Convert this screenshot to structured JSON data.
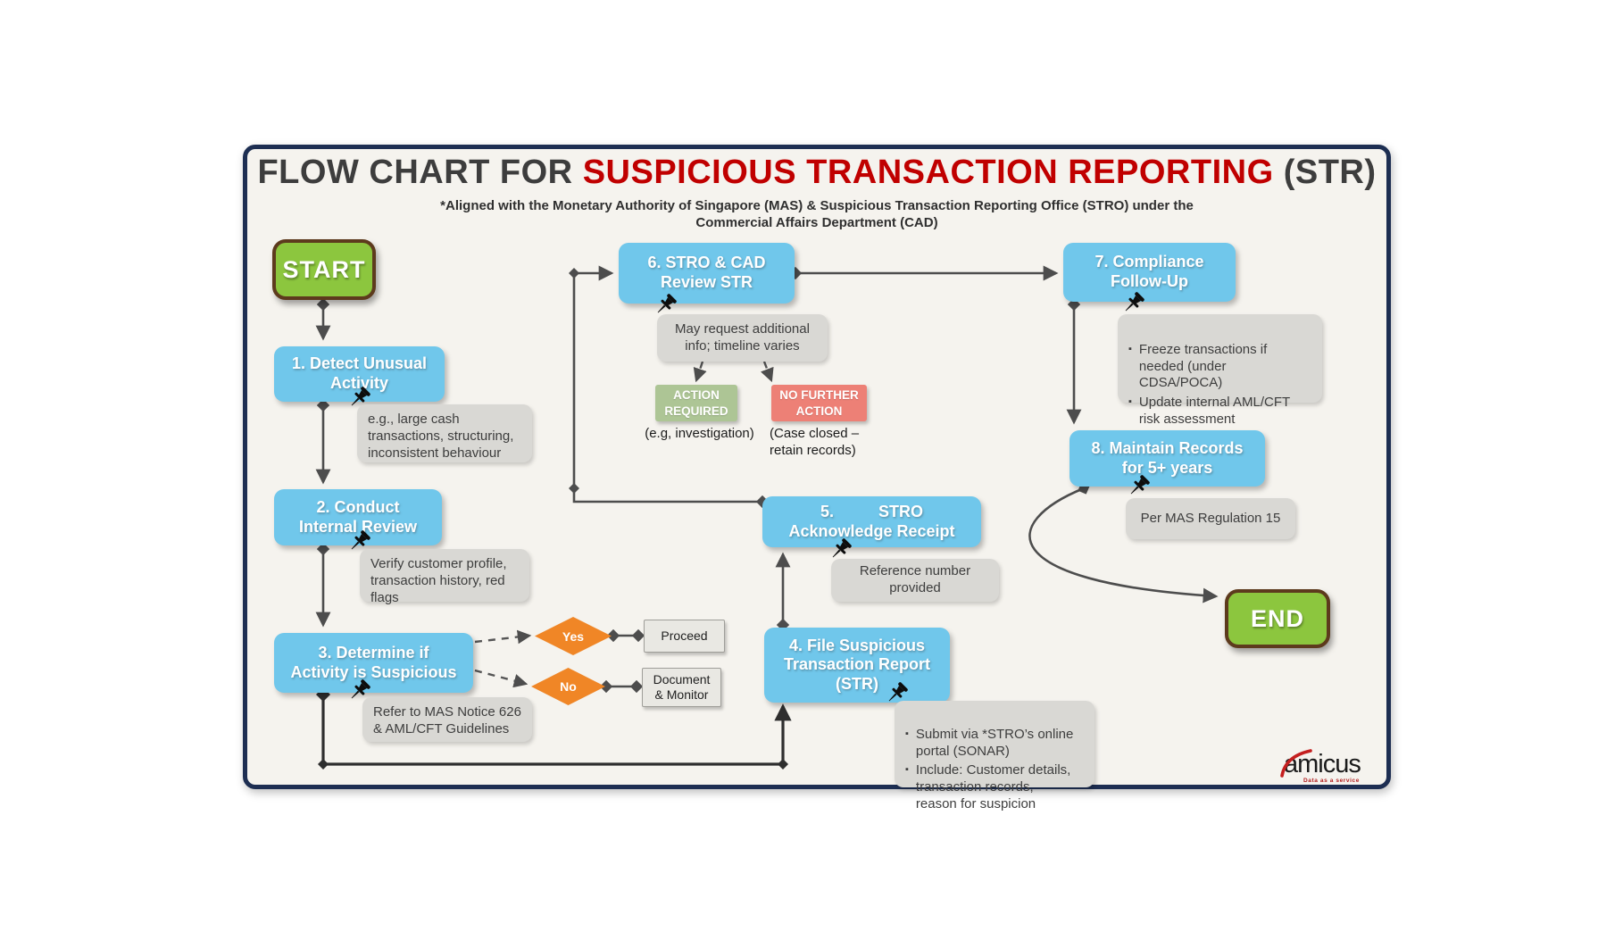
{
  "header": {
    "title_prefix": "FLOW CHART FOR ",
    "title_highlight": "SUSPICIOUS TRANSACTION REPORTING",
    "title_suffix": " (STR)",
    "subtitle_line1": "*Aligned with the Monetary Authority of Singapore (MAS) & Suspicious Transaction Reporting Office (STRO) under the",
    "subtitle_line2": "Commercial Affairs Department (CAD)"
  },
  "nodes": {
    "start": {
      "label": "START"
    },
    "step1": {
      "label": "1. Detect Unusual\nActivity"
    },
    "step2": {
      "label": "2. Conduct\nInternal Review"
    },
    "step3": {
      "label": "3. Determine if\nActivity is Suspicious"
    },
    "step4": {
      "label": "4. File Suspicious\nTransaction Report\n(STR)"
    },
    "step5": {
      "label": "5.          STRO\nAcknowledge Receipt"
    },
    "step6": {
      "label": "6. STRO & CAD\nReview STR"
    },
    "step7": {
      "label": "7. Compliance\nFollow-Up"
    },
    "step8": {
      "label": "8. Maintain Records\nfor 5+ years"
    },
    "end": {
      "label": "END"
    }
  },
  "decisions": {
    "yes": "Yes",
    "no": "No"
  },
  "outcomes": {
    "proceed": "Proceed",
    "document_monitor": "Document\n& Monitor"
  },
  "review_outcomes": {
    "action_required": {
      "label": "ACTION\nREQUIRED",
      "caption": "(e.g, investigation)"
    },
    "no_further_action": {
      "label": "NO FURTHER\nACTION",
      "caption": "(Case closed –\nretain records)"
    }
  },
  "notes": {
    "bullet_char": "▪",
    "note1": {
      "text": "e.g., large cash\ntransactions, structuring,\ninconsistent behaviour"
    },
    "note2": {
      "text": "Verify customer profile,\ntransaction history, red\nflags"
    },
    "note3": {
      "text": "Refer to MAS Notice 626\n& AML/CFT Guidelines"
    },
    "note4": {
      "items": [
        "Submit via *STRO’s online\nportal (SONAR)",
        "Include: Customer details,\ntransaction records,\nreason for suspicion"
      ]
    },
    "note5": {
      "text": "Reference number\nprovided"
    },
    "note6": {
      "text": "May request additional\ninfo; timeline varies"
    },
    "note7": {
      "items": [
        "Freeze transactions if\nneeded (under CDSA/POCA)",
        "Update internal AML/CFT\nrisk assessment"
      ]
    },
    "note8": {
      "text": "Per MAS Regulation 15"
    }
  },
  "logo": {
    "text": "amicus",
    "tagline": "Data as a service"
  },
  "colors": {
    "title_red": "#C00000",
    "node_blue": "#70C7EB",
    "terminal_green": "#8CC63E",
    "terminal_border_brown": "#5D3A1D",
    "decision_orange": "#F08626",
    "action_green": "#ADC595",
    "no_action_red": "#ED8076",
    "note_gray": "#D9D8D4",
    "panel_border_navy": "#1D2E52",
    "connector_gray": "#4D4D4D"
  }
}
